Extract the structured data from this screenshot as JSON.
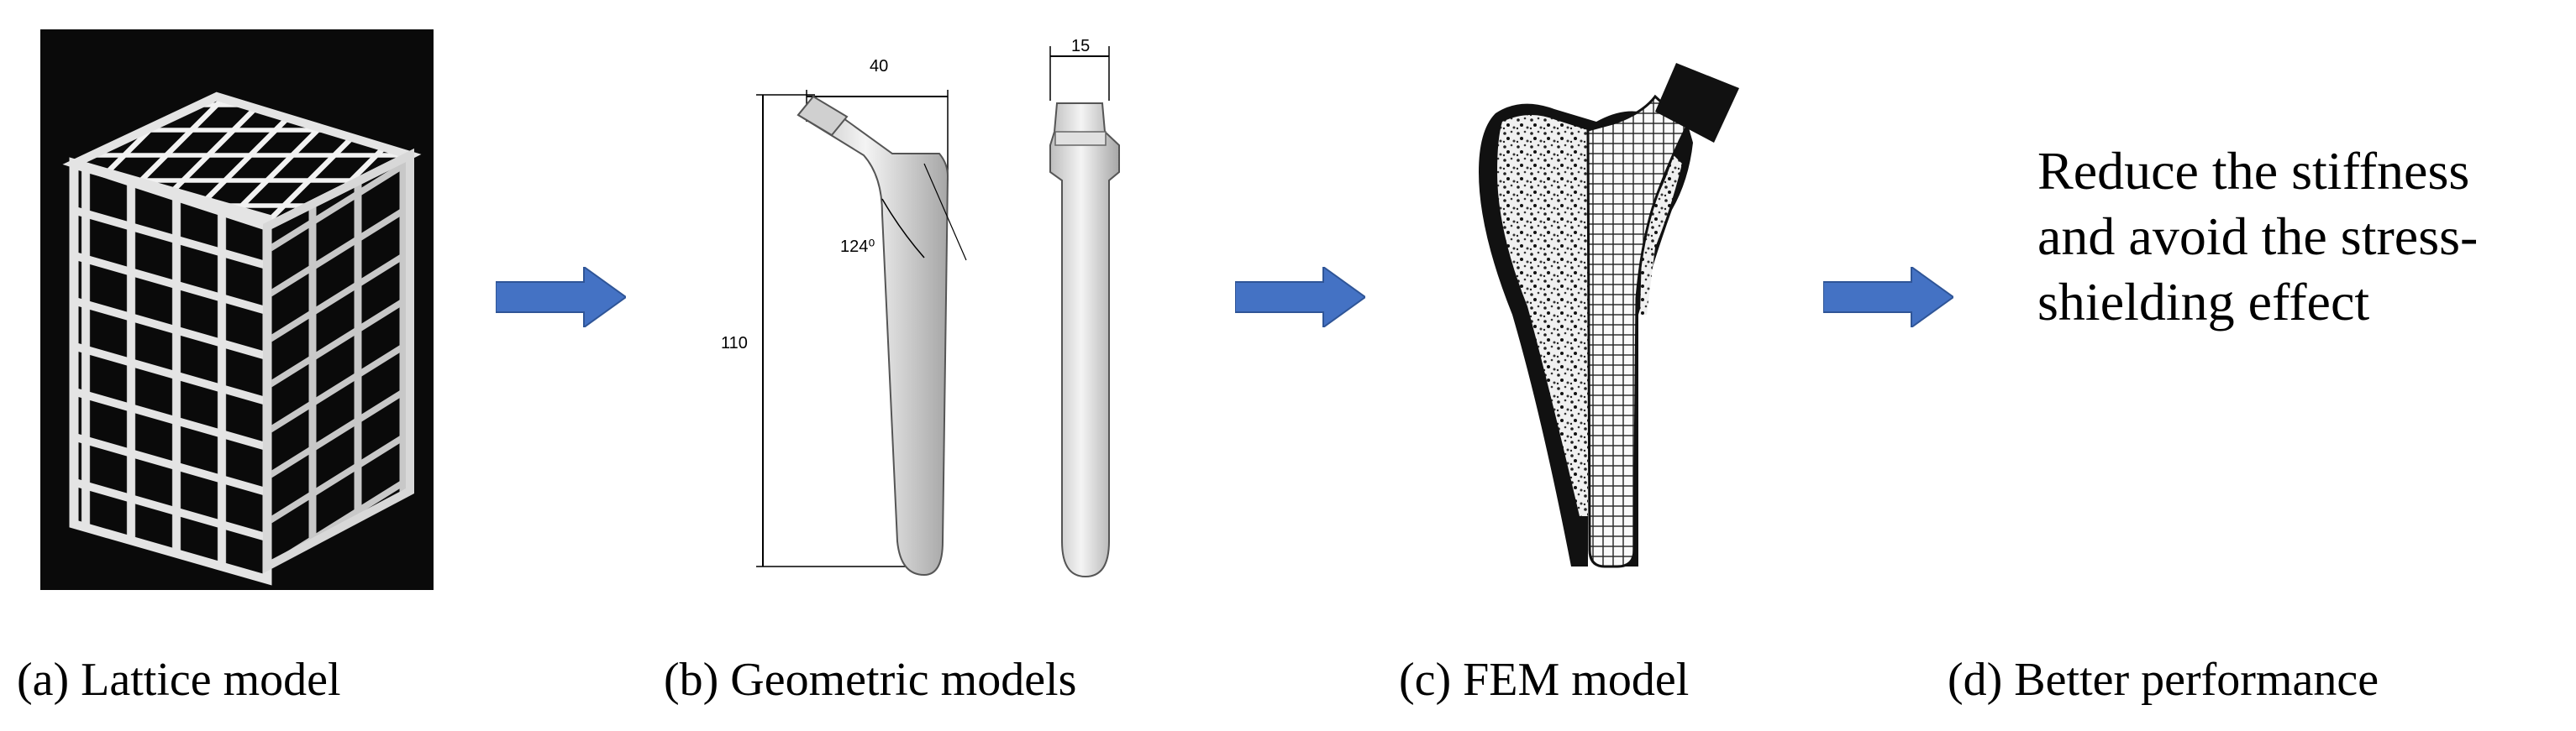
{
  "panels": [
    {
      "caption": "(a) Lattice model"
    },
    {
      "caption": "(b) Geometric models",
      "dimensions": {
        "neck_offset": "40",
        "head_width": "15",
        "length": "110",
        "angle": "124⁰"
      }
    },
    {
      "caption": "(c) FEM model"
    },
    {
      "caption": "(d) Better performance",
      "result_lines": [
        "Reduce the stiffness",
        "and avoid the stress-",
        "shielding effect"
      ]
    }
  ],
  "icons": [
    "right-arrow-icon"
  ],
  "colors": {
    "arrow": "#4472C4",
    "lattice_bg": "#0a0a0a",
    "lattice_struts": "#e4e4e4",
    "bone": "#111111"
  }
}
